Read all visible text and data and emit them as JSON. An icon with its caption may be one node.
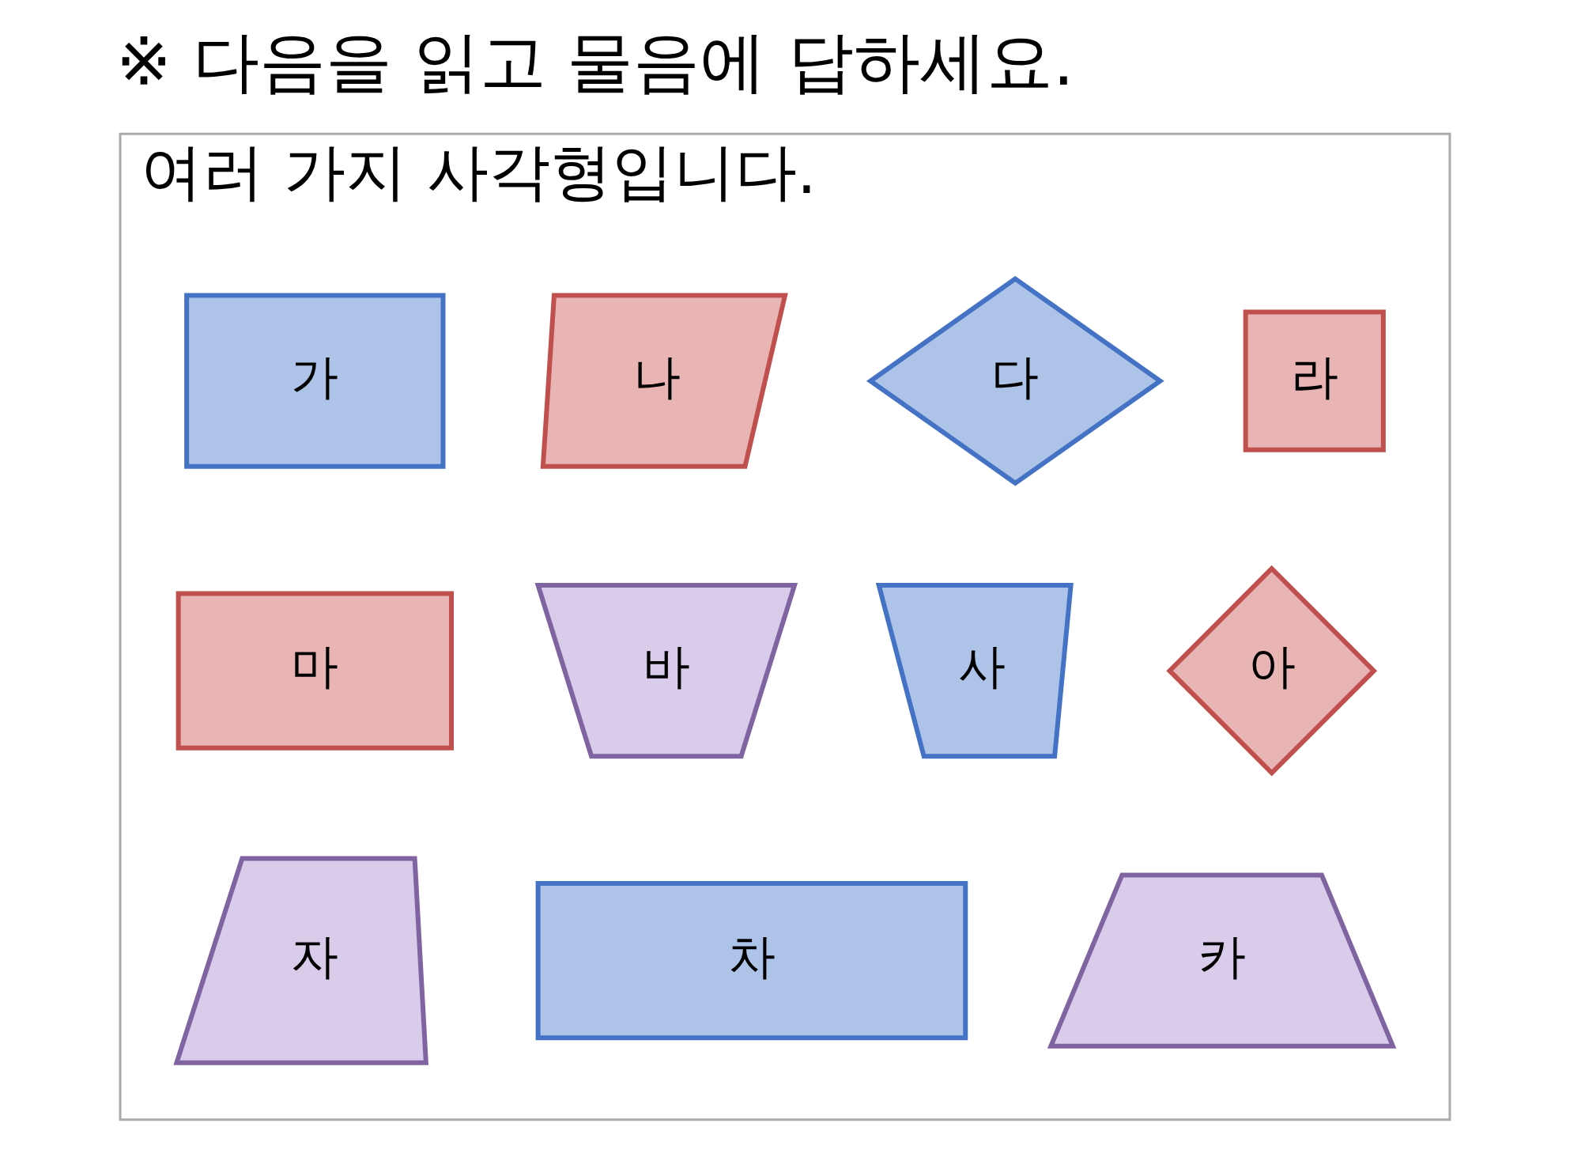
{
  "diagram": {
    "title": "※ 다음을 읽고 물음에 답하세요.",
    "nodes": [
      {
        "text": [
          "여러 가지 사각형입니다."
        ]
      },
      {
        "text": [
          "가"
        ],
        "in": 0
      },
      {
        "text": [
          "나"
        ],
        "in": 0
      },
      {
        "text": [
          "다"
        ],
        "in": 0
      },
      {
        "text": [
          "라"
        ],
        "in": 0
      },
      {
        "text": [
          "마"
        ],
        "in": 0
      },
      {
        "text": [
          "바"
        ],
        "in": 0
      },
      {
        "text": [
          "사"
        ],
        "in": 0
      },
      {
        "text": [
          "아"
        ],
        "in": 0
      },
      {
        "text": [
          "자"
        ],
        "in": 0
      },
      {
        "text": [
          "차"
        ],
        "in": 0
      },
      {
        "text": [
          "카"
        ],
        "in": 0
      }
    ],
    "edges": []
  }
}
